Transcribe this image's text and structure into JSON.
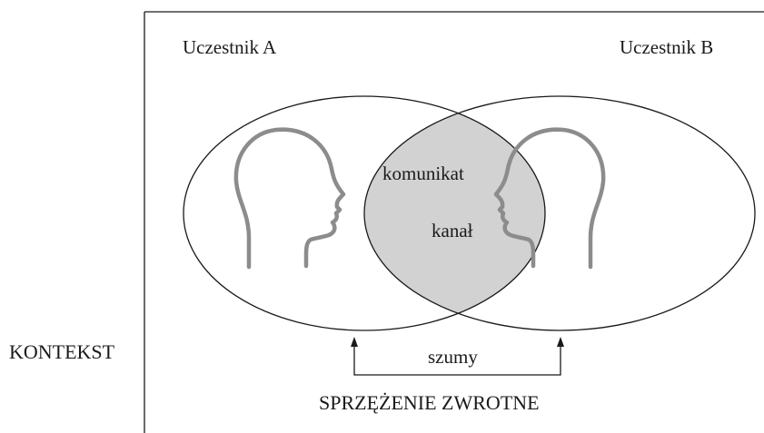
{
  "labels": {
    "participant_a": "Uczestnik A",
    "participant_b": "Uczestnik B",
    "message": "komunikat",
    "channel": "kanał",
    "noise": "szumy",
    "context": "KONTEKST",
    "feedback": "SPRZĘŻENIE ZWROTNE"
  },
  "colors": {
    "overlap_fill": "#d2d2d2",
    "head_stroke": "#8c8c8c",
    "line": "#1a1a1a"
  },
  "icons": {
    "head_a": "head-profile-facing-right-icon",
    "head_b": "head-profile-facing-left-icon",
    "arrow": "arrow-up-icon"
  }
}
